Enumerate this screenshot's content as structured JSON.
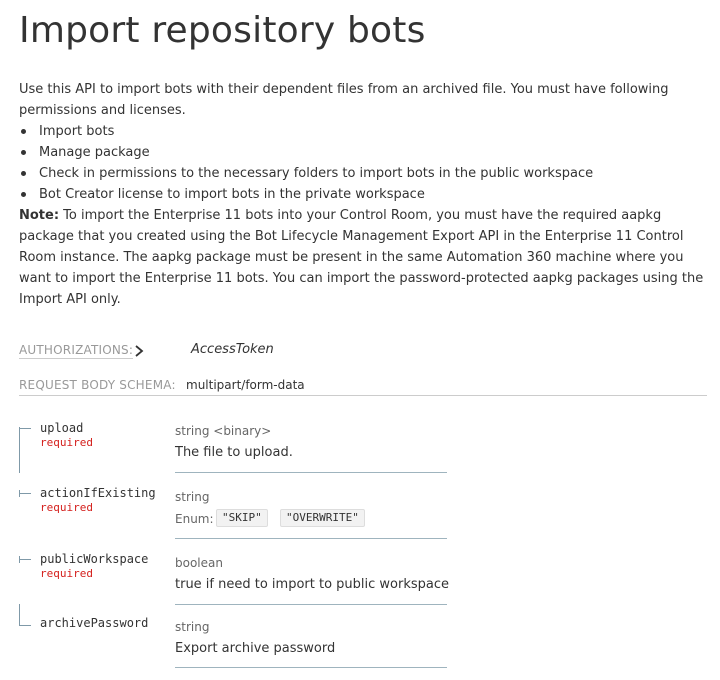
{
  "page": {
    "title": "Import repository bots",
    "intro": "Use this API to import bots with their dependent files from an archived file. You must have following permissions and licenses.",
    "permissions": [
      "Import bots",
      "Manage package",
      "Check in permissions to the necessary folders to import bots in the public workspace",
      "Bot Creator license to import bots in the private workspace"
    ],
    "note_label": "Note:",
    "note_text": " To import the Enterprise 11 bots into your Control Room, you must have the required aapkg package that you created using the Bot Lifecycle Management Export API in the Enterprise 11 Control Room instance. The aapkg package must be present in the same Automation 360 machine where you want to import the Enterprise 11 bots. You can import the password-protected aapkg packages using the Import API only."
  },
  "authorizations": {
    "label": "AUTHORIZATIONS:",
    "value": "AccessToken",
    "chevron_icon": "chevron-right-icon"
  },
  "request_body": {
    "label": "REQUEST BODY SCHEMA:",
    "content_type": "multipart/form-data"
  },
  "params": [
    {
      "name": "upload",
      "required": "required",
      "type": "string <binary>",
      "description": "The file to upload."
    },
    {
      "name": "actionIfExisting",
      "required": "required",
      "type": "string",
      "enum_label": "Enum:",
      "enum_values": [
        "\"SKIP\"",
        "\"OVERWRITE\""
      ]
    },
    {
      "name": "publicWorkspace",
      "required": "required",
      "type": "boolean",
      "description": "true if need to import to public workspace"
    },
    {
      "name": "archivePassword",
      "type": "string",
      "description": "Export archive password"
    }
  ],
  "colors": {
    "text": "#333333",
    "muted": "#999999",
    "required": "#d41f1c",
    "tree_line": "#7f99a8"
  }
}
